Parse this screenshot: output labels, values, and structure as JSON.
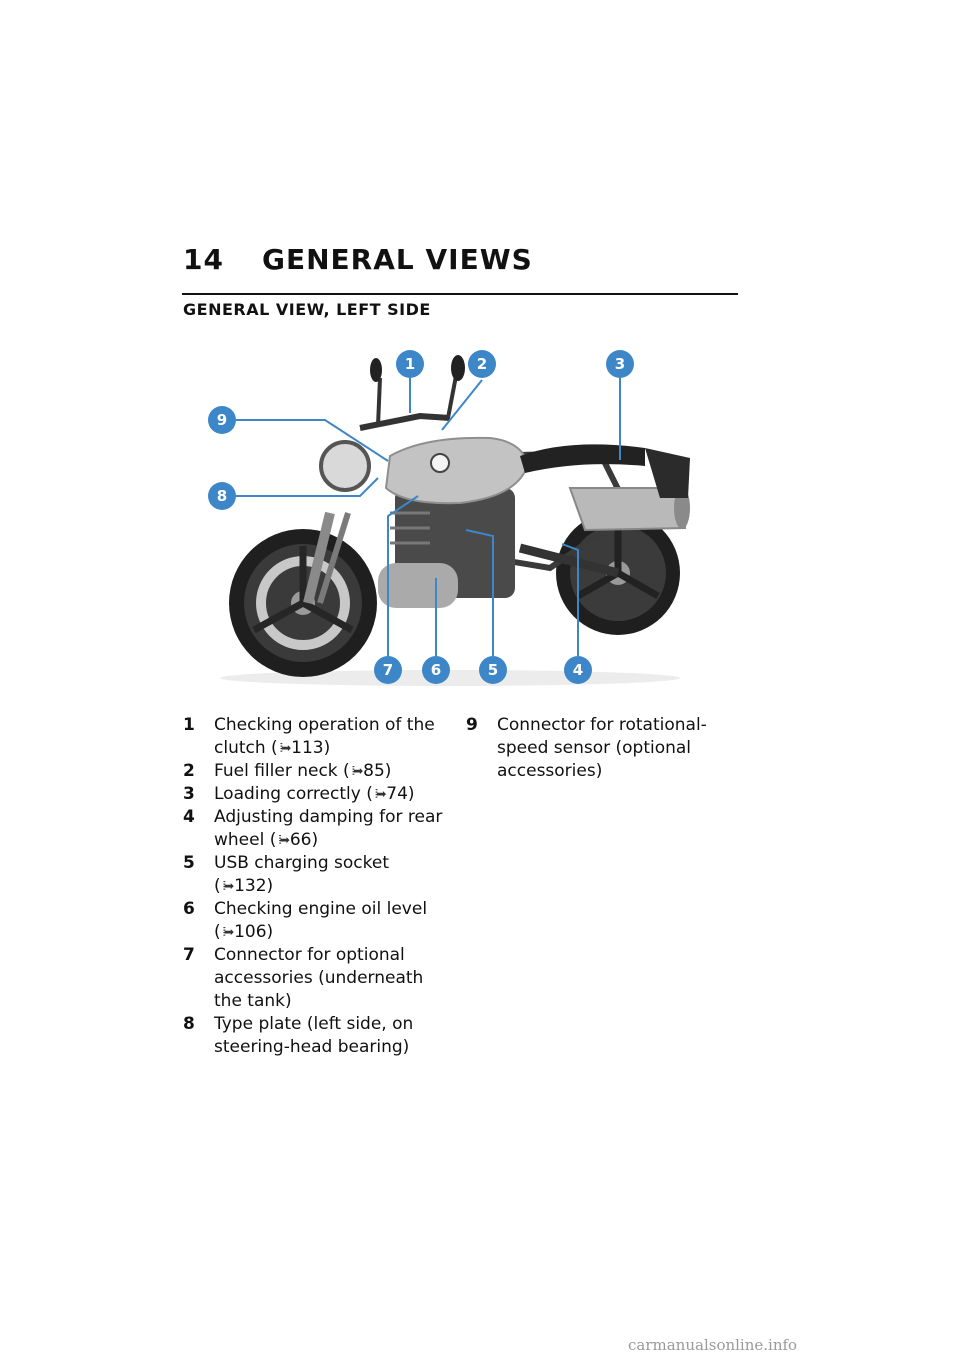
{
  "header": {
    "page_number": "14",
    "chapter_title": "GENERAL VIEWS",
    "section_title": "GENERAL VIEW, LEFT SIDE"
  },
  "figure": {
    "callouts": [
      "1",
      "2",
      "3",
      "4",
      "5",
      "6",
      "7",
      "8",
      "9"
    ],
    "callout_color": "#3d87c9"
  },
  "items": [
    {
      "num": "1",
      "text": "Checking operation of the clutch",
      "ref_open": "(",
      "ref": "113)"
    },
    {
      "num": "2",
      "text": "Fuel filler neck",
      "ref_open": "(",
      "ref": "85)"
    },
    {
      "num": "3",
      "text": "Loading correctly",
      "ref_open": "(",
      "ref": "74)"
    },
    {
      "num": "4",
      "text": "Adjusting damping for rear wheel",
      "ref_open": "(",
      "ref": "66)"
    },
    {
      "num": "5",
      "text": "USB charging socket",
      "ref_open": "(",
      "ref": "132)"
    },
    {
      "num": "6",
      "text": "Checking engine oil level",
      "ref_open": "(",
      "ref": "106)"
    },
    {
      "num": "7",
      "text": "Connector for optional accessories (underneath the tank)"
    },
    {
      "num": "8",
      "text": "Type plate (left side, on steering-head bearing)"
    },
    {
      "num": "9",
      "text": "Connector for rotational-speed sensor (optional accessories)"
    }
  ],
  "footer": {
    "watermark": "carmanualsonline.info"
  }
}
